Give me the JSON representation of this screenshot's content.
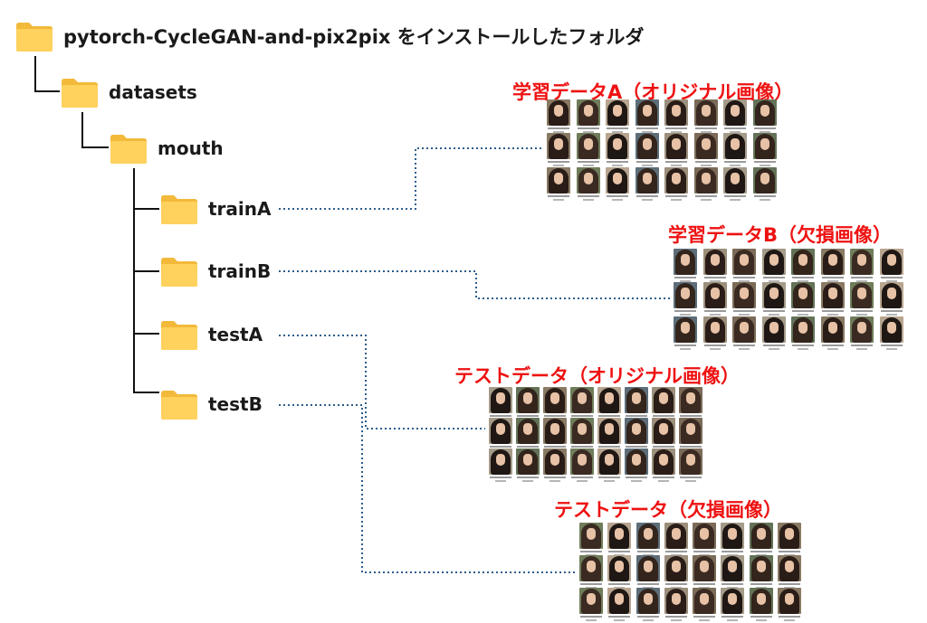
{
  "tree": {
    "root": {
      "label": "pytorch-CycleGAN-and-pix2pix をインストールしたフォルダ",
      "icon": "folder-icon"
    },
    "datasets": {
      "label": "datasets",
      "icon": "folder-icon"
    },
    "mouth": {
      "label": "mouth",
      "icon": "folder-icon"
    },
    "trainA": {
      "label": "trainA",
      "icon": "folder-icon"
    },
    "trainB": {
      "label": "trainB",
      "icon": "folder-icon"
    },
    "testA": {
      "label": "testA",
      "icon": "folder-icon"
    },
    "testB": {
      "label": "testB",
      "icon": "folder-icon"
    }
  },
  "callouts": {
    "trainA": {
      "caption": "学習データA（オリジナル画像）"
    },
    "trainB": {
      "caption": "学習データB（欠損画像）"
    },
    "testA": {
      "caption": "テストデータ（オリジナル画像）"
    },
    "testB": {
      "caption": "テストデータ（欠損画像）"
    }
  },
  "gallery": {
    "rows": 3,
    "cols": 8,
    "thumbnail": "portrait-photo"
  },
  "colors": {
    "caption_red": "#ee1111",
    "folder_yellow": "#f6c445",
    "folder_light": "#ffd866",
    "connector_blue": "#2d5d8c",
    "tree_line": "#111111"
  }
}
